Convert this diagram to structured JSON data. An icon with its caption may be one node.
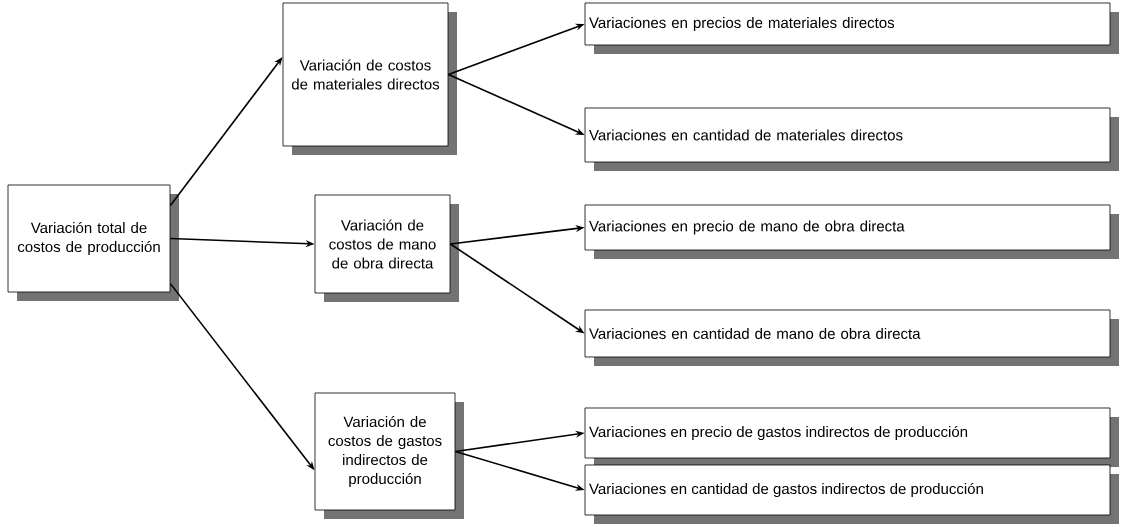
{
  "diagram": {
    "nodes": [
      {
        "text": [
          "Variación total de costos de producción"
        ]
      },
      {
        "text": [
          "Variación de costos de materiales directos"
        ]
      },
      {
        "text": [
          "Variación de costos de mano de obra directa"
        ]
      },
      {
        "text": [
          "Variación de costos de gastos indirectos de producción"
        ]
      },
      {
        "text": [
          "Variaciones en precios de materiales directos"
        ]
      },
      {
        "text": [
          "Variaciones en cantidad de materiales directos"
        ]
      },
      {
        "text": [
          "Variaciones en precio de mano de obra directa"
        ]
      },
      {
        "text": [
          "Variaciones en cantidad de mano de obra directa"
        ]
      },
      {
        "text": [
          "Variaciones en precio de gastos indirectos de producción"
        ]
      },
      {
        "text": [
          "Variaciones en cantidad de gastos indirectos de producción"
        ]
      }
    ],
    "edges": [
      {
        "from": 0,
        "to": 1,
        "arrow": "to"
      },
      {
        "from": 0,
        "to": 2,
        "arrow": "to"
      },
      {
        "from": 0,
        "to": 3,
        "arrow": "to"
      },
      {
        "from": 1,
        "to": 4,
        "arrow": "to"
      },
      {
        "from": 1,
        "to": 5,
        "arrow": "to"
      },
      {
        "from": 2,
        "to": 6,
        "arrow": "to"
      },
      {
        "from": 2,
        "to": 7,
        "arrow": "to"
      },
      {
        "from": 3,
        "to": 8,
        "arrow": "to"
      },
      {
        "from": 3,
        "to": 9,
        "arrow": "to"
      }
    ]
  }
}
